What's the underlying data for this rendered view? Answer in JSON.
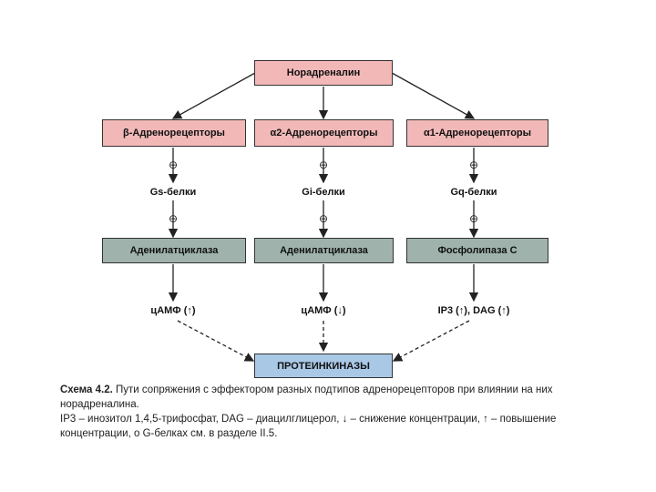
{
  "boxes": {
    "noradrenaline": "Норадреналин",
    "beta": "β-Адренорецепторы",
    "alpha2": "α2-Адренорецепторы",
    "alpha1": "α1-Адренорецепторы",
    "ac1": "Аденилатциклаза",
    "ac2": "Аденилатциклаза",
    "plc": "Фосфолипаза С",
    "pk": "ПРОТЕИНКИНАЗЫ"
  },
  "labels": {
    "gs": "Gs-белки",
    "gi": "Gi-белки",
    "gq": "Gq-белки",
    "camp_up": "цАМФ (↑)",
    "camp_down": "цАМФ (↓)",
    "ip3": "IP3 (↑), DAG (↑)"
  },
  "symbols": {
    "plus": "⊕",
    "minus": "⊖"
  },
  "caption": {
    "title": "Схема 4.2.",
    "line1": " Пути сопряжения с эффектором разных подтипов адренорецепторов при влиянии на них норадреналина.",
    "line2": "IP3 – инозитол 1,4,5-трифосфат, DAG – диацилглицерол, ↓ – снижение концентрации, ↑ – повышение концентрации, о G-белках см. в разделе II.5."
  },
  "colors": {
    "receptor": "#f2b8b8",
    "enzyme": "#9fb2ac",
    "kinase": "#a9c8e6"
  }
}
